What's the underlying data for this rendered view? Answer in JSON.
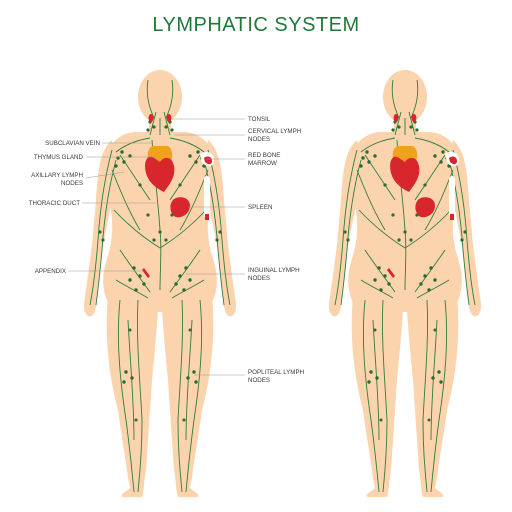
{
  "title": "LYMPHATIC SYSTEM",
  "labels": {
    "tonsil": "TONSIL",
    "cervical_1": "CERVICAL LYMPH",
    "cervical_2": "NODES",
    "subclavian": "SUBCLAVIAN VEIN",
    "thymus": "THYMUS GLAND",
    "red_marrow_1": "RED BONE",
    "red_marrow_2": "MARROW",
    "axillary_1": "AXILLARY LYMPH",
    "axillary_2": "NODES",
    "thoracic": "THORACIC DUCT",
    "spleen": "SPLEEN",
    "appendix": "APPENDIX",
    "inguinal_1": "INGUINAL LYMPH",
    "inguinal_2": "NODES",
    "popliteal_1": "POPLITEAL LYMPH",
    "popliteal_2": "NODES"
  },
  "colors": {
    "skin": "#fbd3ac",
    "vessel": "#2f7d3e",
    "node": "#2a6b33",
    "organ_red": "#d8272c",
    "organ_orange": "#f0a21e",
    "leader": "#9a9a9a",
    "title": "#1f7a3a"
  }
}
